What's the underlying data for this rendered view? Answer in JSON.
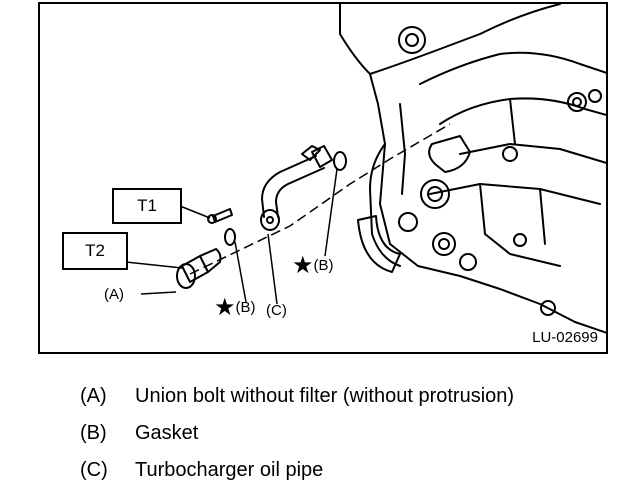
{
  "figure": {
    "id": "LU-02699",
    "torque_labels": [
      "T1",
      "T2"
    ],
    "callouts": {
      "A": "(A)",
      "B": "(B)",
      "C": "(C)"
    },
    "star_symbol": "★"
  },
  "legend": [
    {
      "key": "(A)",
      "text": "Union bolt without filter (without protrusion)"
    },
    {
      "key": "(B)",
      "text": "Gasket"
    },
    {
      "key": "(C)",
      "text": "Turbocharger oil pipe"
    }
  ]
}
